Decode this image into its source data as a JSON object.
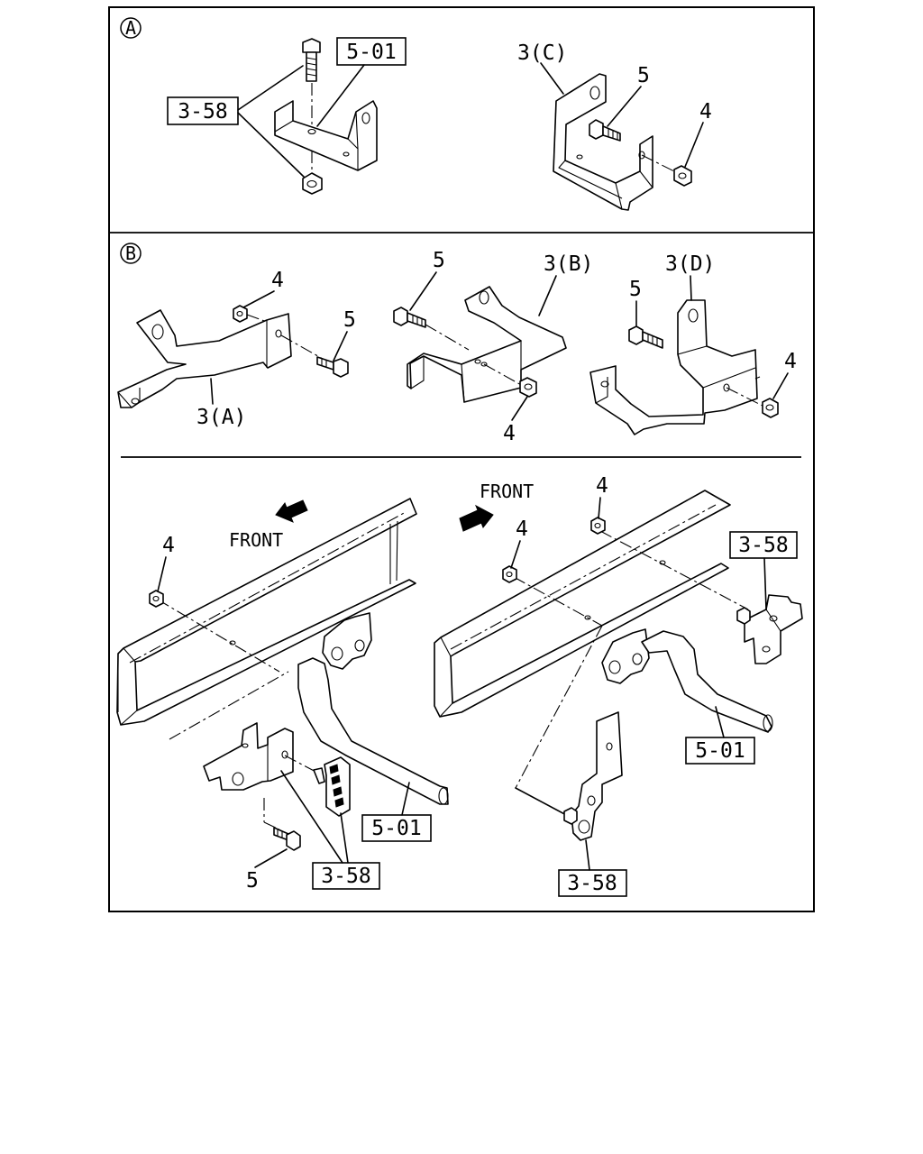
{
  "sections": {
    "a": {
      "marker": "A"
    },
    "b": {
      "marker": "B"
    }
  },
  "labels": {
    "ref_3_58": "3-58",
    "ref_5_01": "5-01",
    "part_3a": "3(A)",
    "part_3b": "3(B)",
    "part_3c": "3(C)",
    "part_3d": "3(D)",
    "part_4": "4",
    "part_5": "5",
    "front": "FRONT"
  }
}
